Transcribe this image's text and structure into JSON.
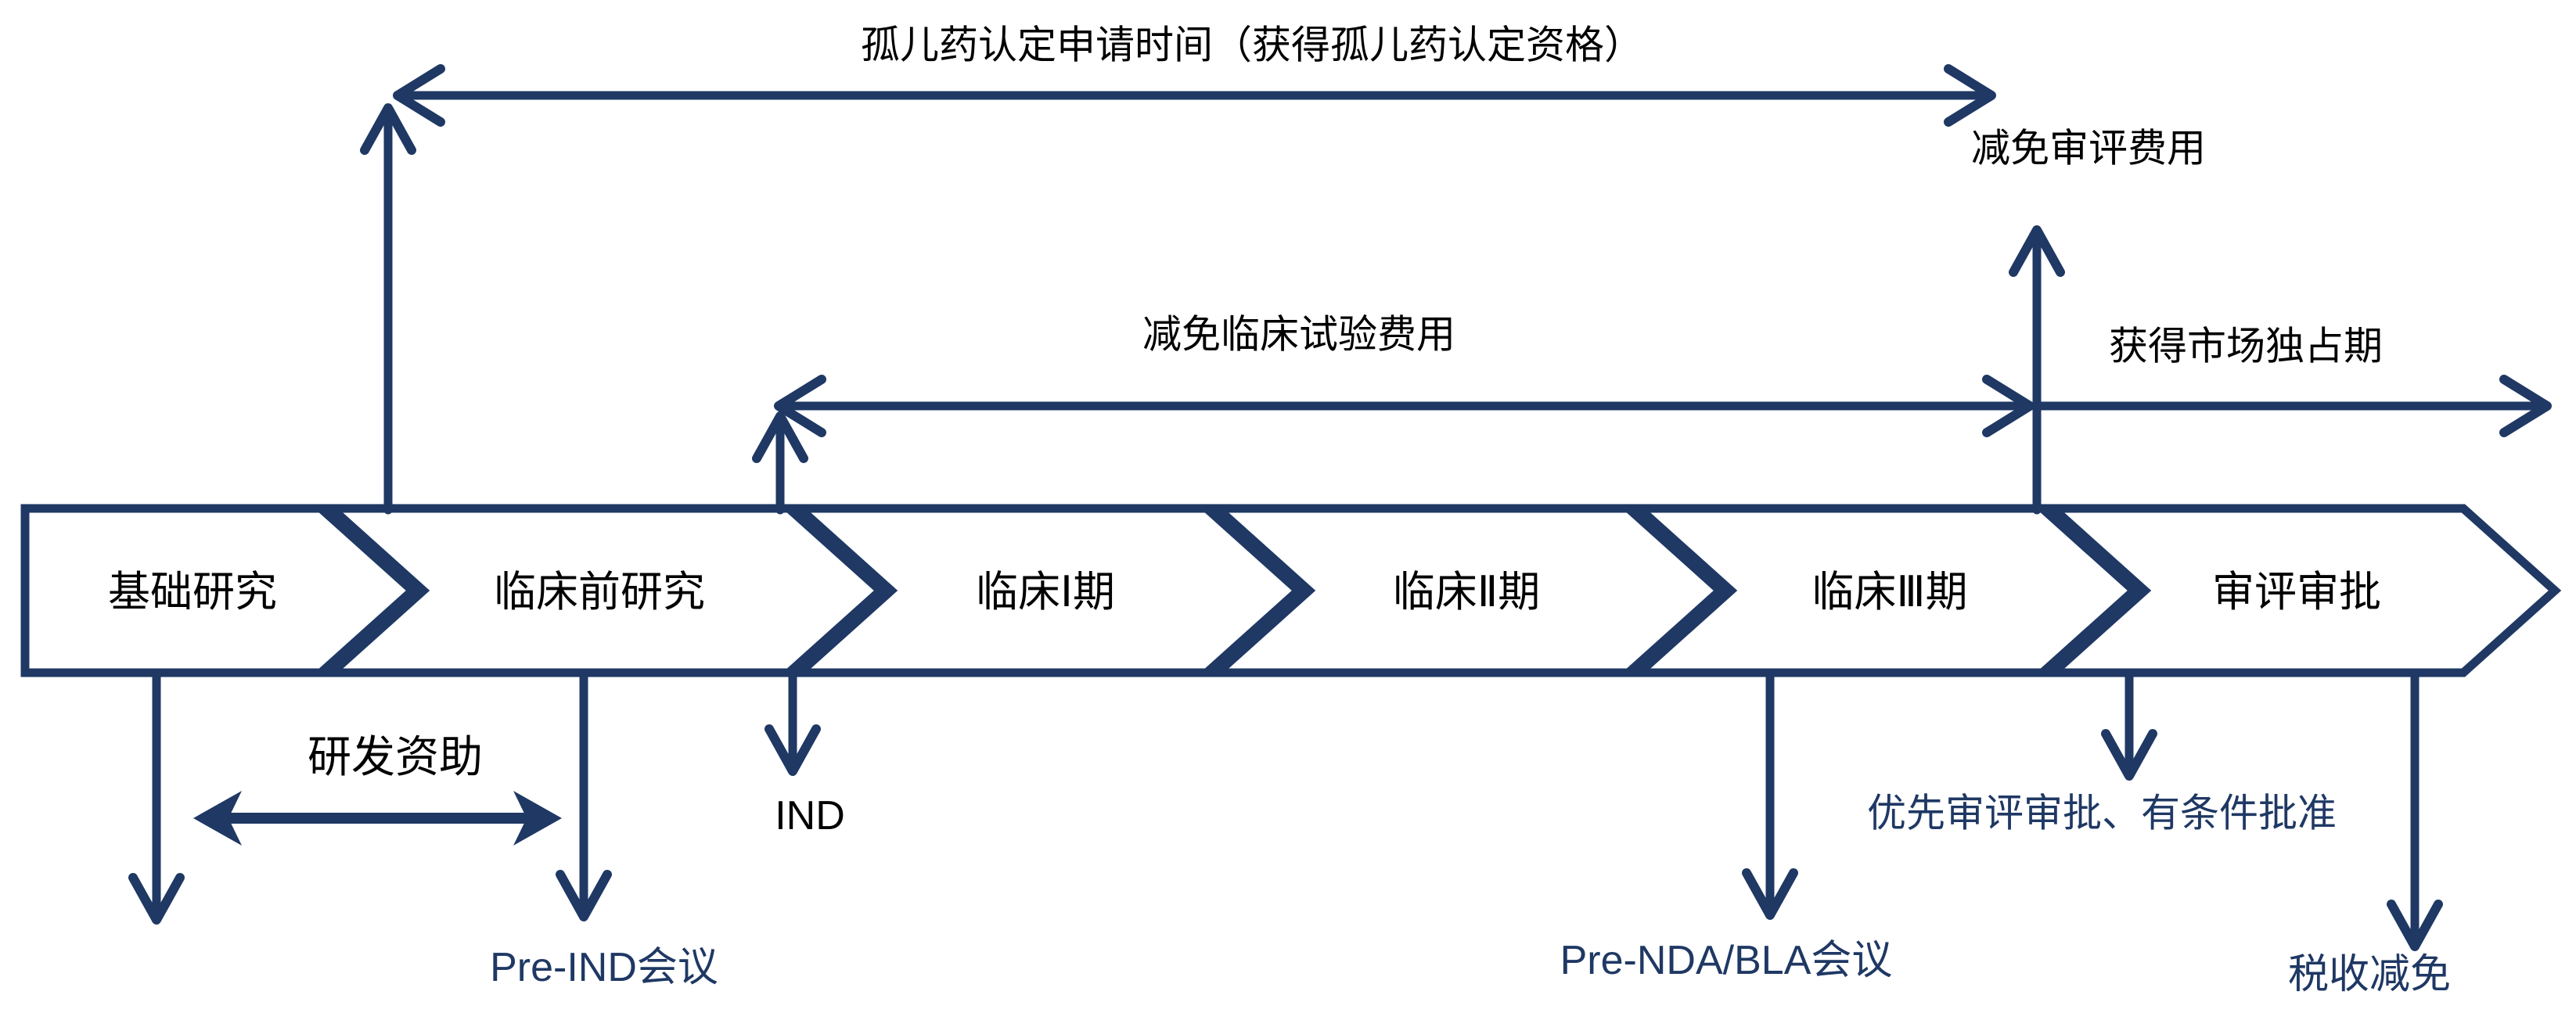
{
  "colors": {
    "primary_navy": "#1f3864",
    "label_black": "#000000",
    "background_white": "#ffffff"
  },
  "timeline": {
    "stages": [
      {
        "label": "基础研究"
      },
      {
        "label": "临床前研究"
      },
      {
        "label": "临床Ⅰ期"
      },
      {
        "label": "临床Ⅱ期"
      },
      {
        "label": "临床Ⅲ期"
      },
      {
        "label": "审评审批"
      }
    ]
  },
  "top_annotations": {
    "orphan_designation": "孤儿药认定申请时间（获得孤儿药认定资格）",
    "review_fee_waiver": "减免审评费用",
    "clinical_trial_fee_waiver": "减免临床试验费用",
    "market_exclusivity": "获得市场独占期"
  },
  "bottom_annotations": {
    "rd_funding": "研发资助",
    "ind": "IND",
    "pre_ind_meeting": "Pre-IND会议",
    "pre_nda_bla_meeting": "Pre-NDA/BLA会议",
    "priority_review": "优先审评审批、有条件批准",
    "tax_relief": "税收减免"
  }
}
